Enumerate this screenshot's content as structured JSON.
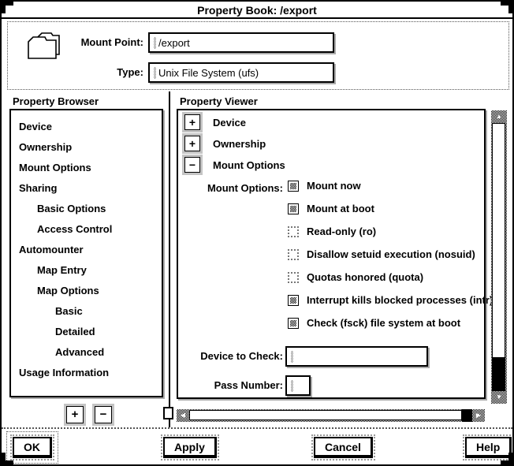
{
  "window": {
    "title": "Property Book: /export"
  },
  "form": {
    "mount_point": {
      "label": "Mount Point:",
      "value": "/export"
    },
    "type": {
      "label": "Type:",
      "value": "Unix File System (ufs)"
    }
  },
  "browser": {
    "title": "Property Browser",
    "items": [
      {
        "label": "Device",
        "indent": 0
      },
      {
        "label": "Ownership",
        "indent": 0
      },
      {
        "label": "Mount Options",
        "indent": 0
      },
      {
        "label": "Sharing",
        "indent": 0
      },
      {
        "label": "Basic Options",
        "indent": 1
      },
      {
        "label": "Access Control",
        "indent": 1
      },
      {
        "label": "Automounter",
        "indent": 0
      },
      {
        "label": "Map Entry",
        "indent": 1
      },
      {
        "label": "Map Options",
        "indent": 1
      },
      {
        "label": "Basic",
        "indent": 2
      },
      {
        "label": "Detailed",
        "indent": 2
      },
      {
        "label": "Advanced",
        "indent": 2
      },
      {
        "label": "Usage Information",
        "indent": 0
      }
    ],
    "add_button": "+",
    "remove_button": "−"
  },
  "viewer": {
    "title": "Property Viewer",
    "tree": [
      {
        "toggle": "+",
        "label": "Device",
        "expanded": false
      },
      {
        "toggle": "+",
        "label": "Ownership",
        "expanded": false
      },
      {
        "toggle": "−",
        "label": "Mount Options",
        "expanded": true
      }
    ],
    "mount_options": {
      "label": "Mount Options:",
      "checkboxes": [
        {
          "label": "Mount now",
          "checked": true
        },
        {
          "label": "Mount at boot",
          "checked": true
        },
        {
          "label": "Read-only (ro)",
          "checked": false
        },
        {
          "label": "Disallow setuid execution (nosuid)",
          "checked": false
        },
        {
          "label": "Quotas honored (quota)",
          "checked": false
        },
        {
          "label": "Interrupt kills blocked processes (intr)",
          "checked": true
        },
        {
          "label": "Check (fsck) file system at boot",
          "checked": true
        }
      ]
    },
    "device_to_check": {
      "label": "Device to Check:",
      "value": ""
    },
    "pass_number": {
      "label": "Pass Number:",
      "value": ""
    }
  },
  "scrollbars": {
    "up": "▲",
    "down": "▼",
    "left": "◀",
    "right": "▶"
  },
  "buttons": {
    "ok": "OK",
    "apply": "Apply",
    "cancel": "Cancel",
    "help": "Help"
  }
}
